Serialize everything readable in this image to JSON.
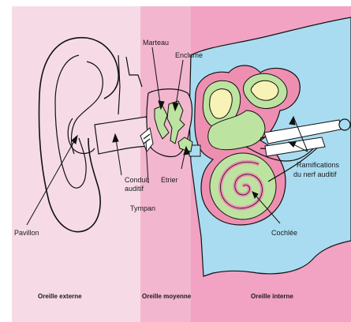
{
  "colors": {
    "outer_ear_bg": "#f6dbe6",
    "middle_ear_bg": "#f3b6cf",
    "inner_ear_bg": "#f2a2c3",
    "bone_blue": "#a9dcf1",
    "labyrinth_pink": "#ee8fb2",
    "labyrinth_green": "#bde3a0",
    "canal_yellow": "#f7f2b5",
    "outline": "#111111"
  },
  "labels": {
    "marteau": "Marteau",
    "enclume": "Enclume",
    "conduit_line1": "Conduit",
    "conduit_line2": "auditif",
    "etrier": "Etrier",
    "tympan": "Tympan",
    "ramifications_line1": "Ramifications",
    "ramifications_line2": "du nerf auditif",
    "cochlee": "Cochlée",
    "pavillon": "Pavillon"
  },
  "zones": {
    "outer": "Oreille externe",
    "middle": "Oreille moyenne",
    "inner": "Oreille interne"
  }
}
